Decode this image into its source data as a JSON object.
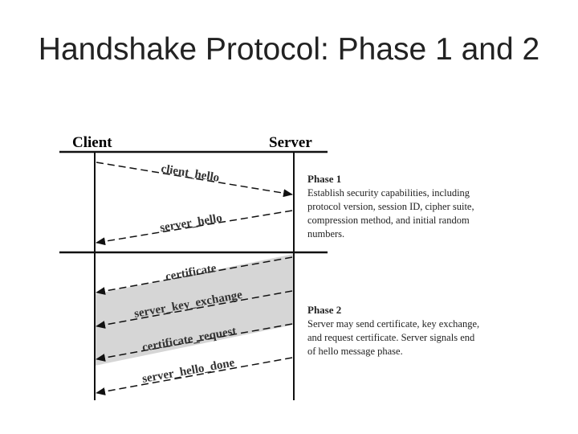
{
  "title": "Handshake Protocol: Phase 1 and 2",
  "columns": {
    "client": "Client",
    "server": "Server"
  },
  "phase1": {
    "messages": [
      "client_hello",
      "server_hello"
    ],
    "title": "Phase 1",
    "lines": [
      "Establish security capabilities, including",
      "protocol version, session ID, cipher suite,",
      "compression method, and initial random",
      "numbers."
    ]
  },
  "phase2": {
    "messages": [
      "certificate",
      "server_key_exchange",
      "certificate_request",
      "server_hello_done"
    ],
    "title": "Phase 2",
    "lines": [
      "Server may send certificate, key exchange,",
      "and request certificate. Server signals end",
      "of hello message phase."
    ]
  },
  "colors": {
    "shade": "#d6d6d6",
    "line": "#111111"
  }
}
